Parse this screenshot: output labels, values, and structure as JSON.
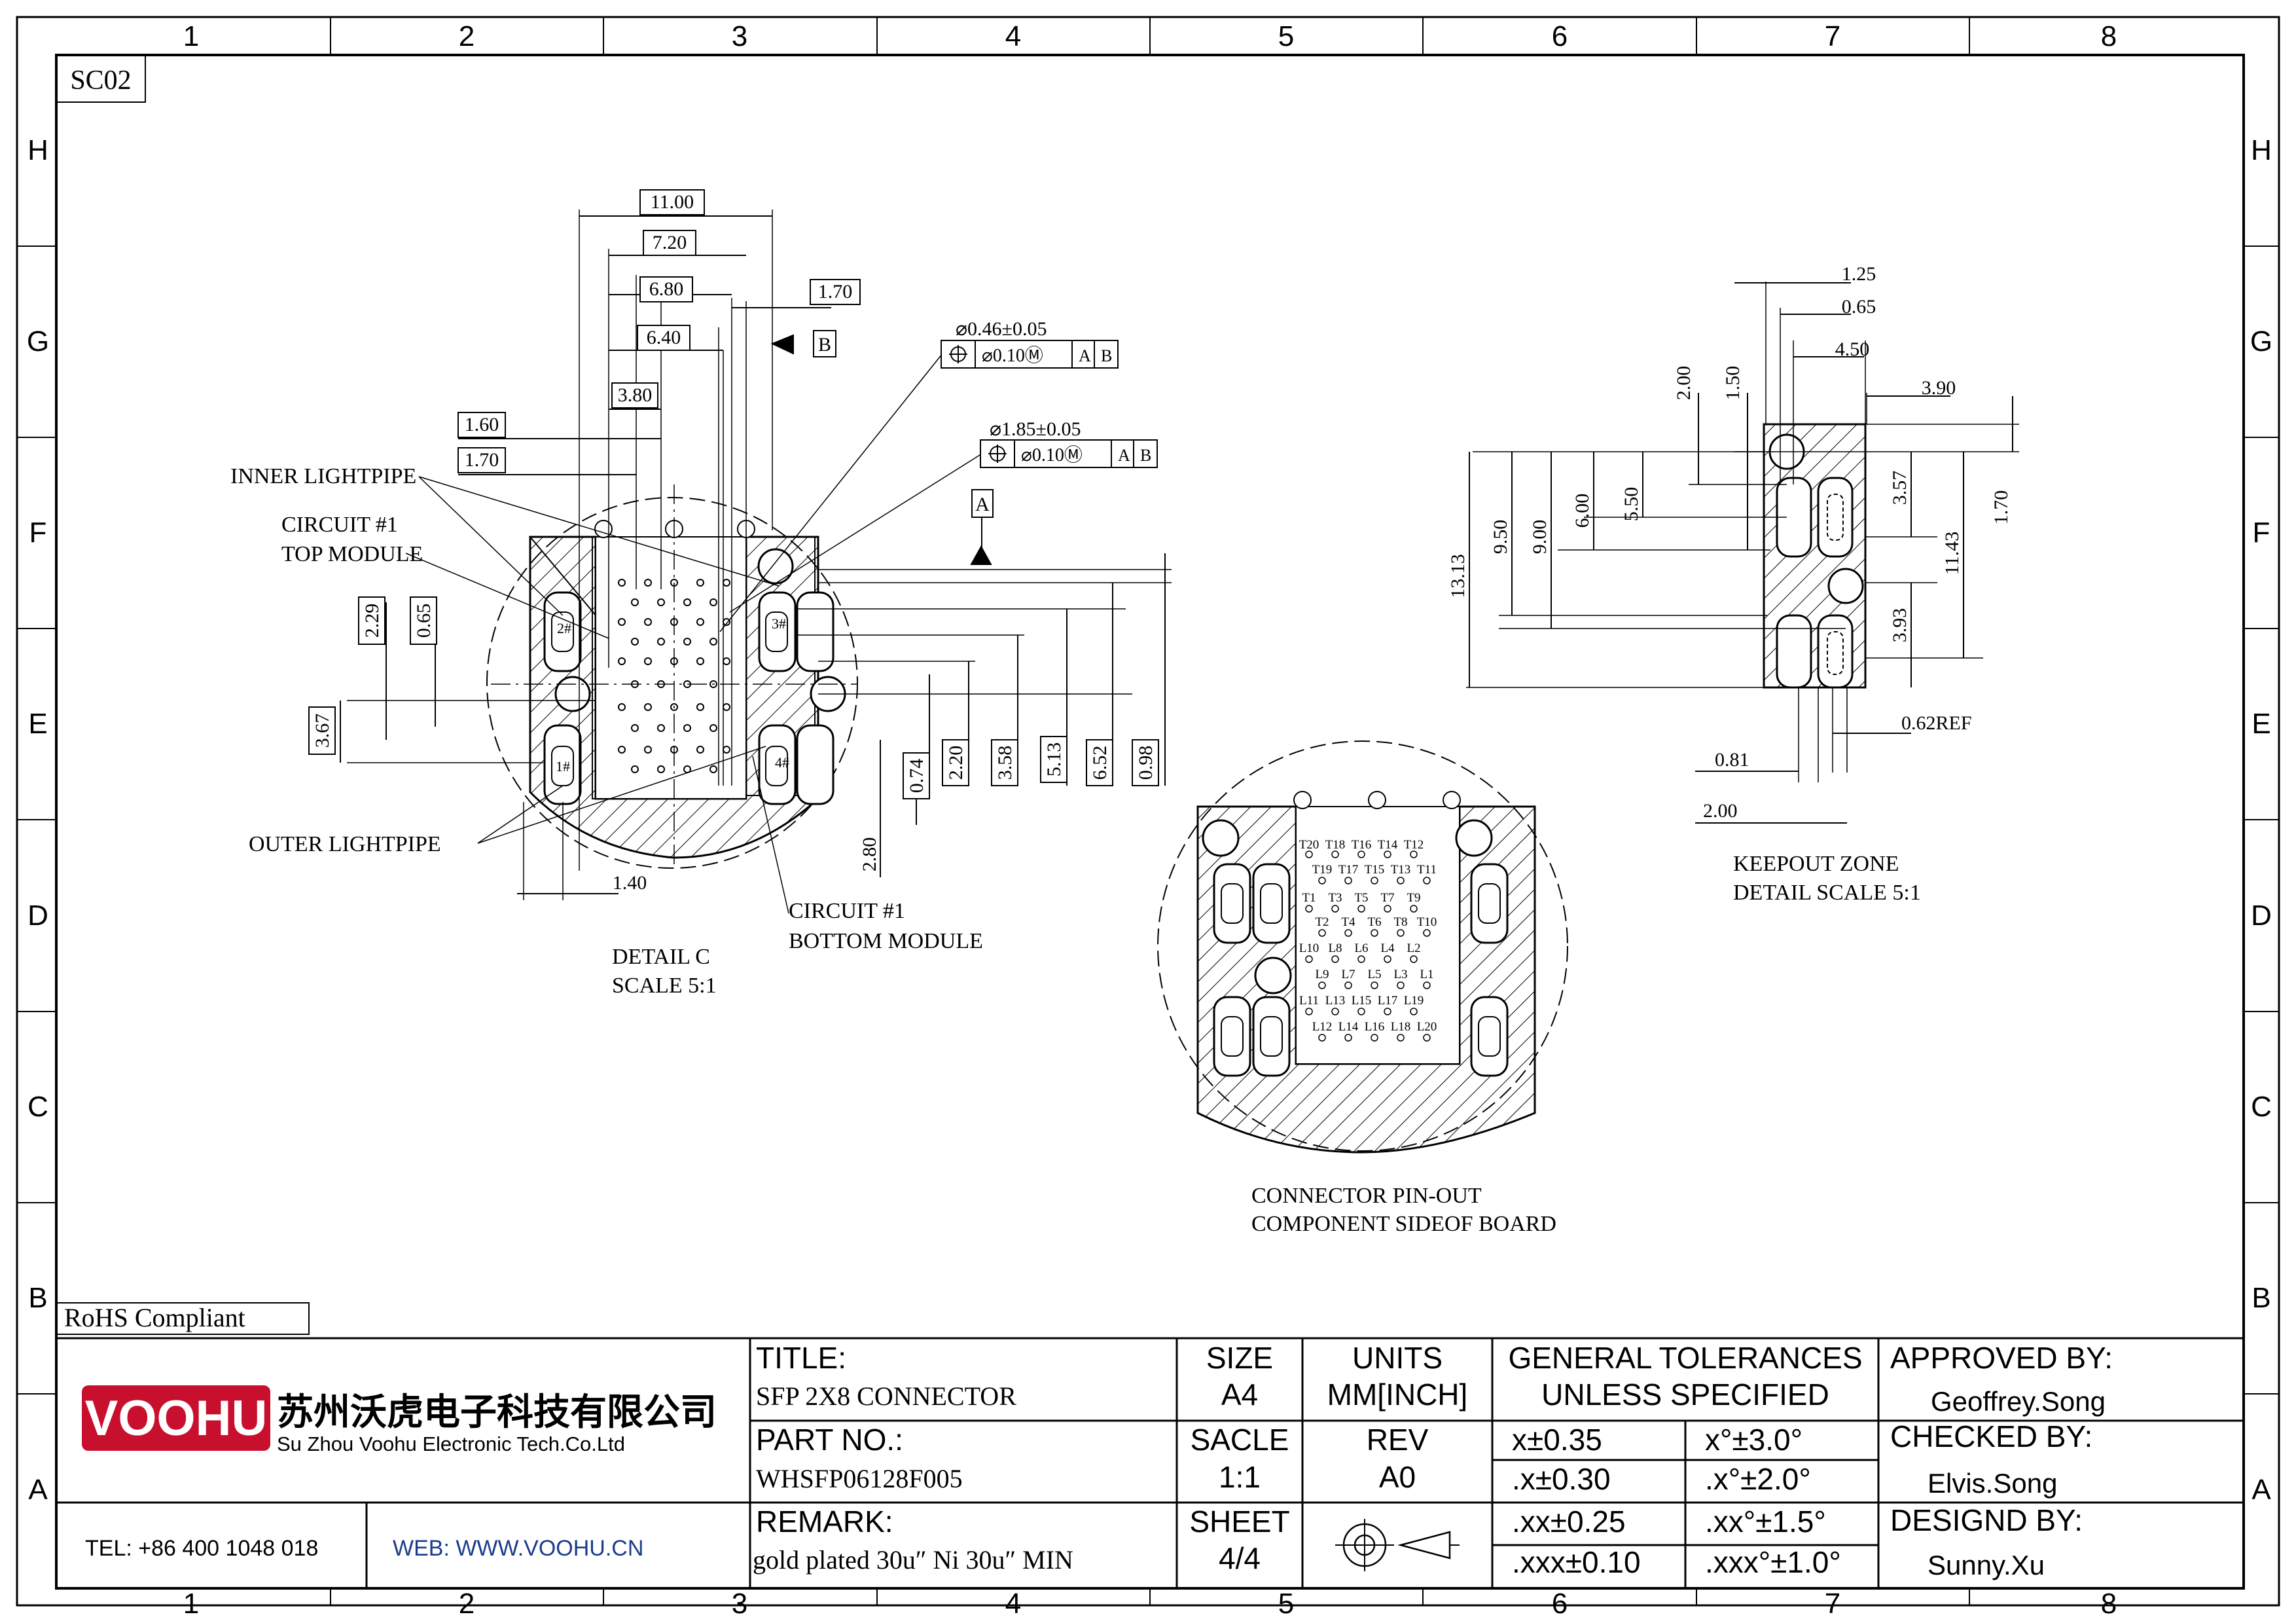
{
  "sheet": {
    "columns": [
      "1",
      "2",
      "3",
      "4",
      "5",
      "6",
      "7",
      "8"
    ],
    "rows": [
      "H",
      "G",
      "F",
      "E",
      "D",
      "C",
      "B",
      "A"
    ],
    "sheet_tag": "SC02",
    "rohs": "RoHS Compliant"
  },
  "detail_c": {
    "dims_top": [
      "11.00",
      "7.20",
      "6.80",
      "6.40",
      "3.80",
      "1.60",
      "1.70"
    ],
    "dim_right_top": "1.70",
    "datum_b": "B",
    "datum_a": "A",
    "tol1": {
      "dia": "⌀0.46±0.05",
      "frame": [
        "⌀0.10Ⓜ",
        "A",
        "B"
      ]
    },
    "tol2": {
      "dia": "⌀1.85±0.05",
      "frame": [
        "⌀0.10Ⓜ",
        "A",
        "B"
      ]
    },
    "dims_left_vert": [
      "2.29",
      "0.65",
      "3.67"
    ],
    "dims_right_vert": [
      "0.74",
      "2.20",
      "3.58",
      "5.13",
      "6.52",
      "0.98"
    ],
    "dim_bottom_left": "1.40",
    "dim_bottom_vert": "2.80",
    "pin_labels": [
      "2#",
      "3#",
      "1#",
      "4#"
    ],
    "labels": {
      "inner_lightpipe": "INNER LIGHTPIPE",
      "circuit_top_1": "CIRCUIT #1",
      "circuit_top_2": "TOP MODULE",
      "outer_lightpipe": "OUTER LIGHTPIPE",
      "circuit_bottom_1": "CIRCUIT #1",
      "circuit_bottom_2": "BOTTOM MODULE",
      "caption_1": "DETAIL C",
      "caption_2": "SCALE 5:1"
    }
  },
  "pinout": {
    "row_t_top": [
      "T20",
      "T18",
      "T16",
      "T14",
      "T12"
    ],
    "row_t_2": [
      "T19",
      "T17",
      "T15",
      "T13",
      "T11"
    ],
    "row_t_3": [
      "T1",
      "T3",
      "T5",
      "T7",
      "T9"
    ],
    "row_t_4": [
      "T2",
      "T4",
      "T6",
      "T8",
      "T10"
    ],
    "row_l_1": [
      "L10",
      "L8",
      "L6",
      "L4",
      "L2"
    ],
    "row_l_2": [
      "L9",
      "L7",
      "L5",
      "L3",
      "L1"
    ],
    "row_l_3": [
      "L11",
      "L13",
      "L15",
      "L17",
      "L19"
    ],
    "row_l_4": [
      "L12",
      "L14",
      "L16",
      "L18",
      "L20"
    ],
    "caption_1": "CONNECTOR PIN-OUT",
    "caption_2": "COMPONENT SIDEOF BOARD"
  },
  "keepout": {
    "dims_top": [
      "1.25",
      "0.65",
      "4.50",
      "3.90"
    ],
    "dims_vert_top": [
      "2.00",
      "1.50"
    ],
    "dims_left_vert": [
      "13.13",
      "9.50",
      "9.00",
      "6.00",
      "5.50"
    ],
    "dims_right_vert": [
      "3.57",
      "11.43",
      "1.70",
      "3.93"
    ],
    "dim_ref": "0.62REF",
    "dims_bottom": [
      "0.81",
      "2.00"
    ],
    "caption_1": "KEEPOUT ZONE",
    "caption_2": "DETAIL SCALE 5:1"
  },
  "title_block": {
    "company_logo": "VOOHU",
    "company_cn": "苏州沃虎电子科技有限公司",
    "company_en": "Su Zhou Voohu Electronic Tech.Co.Ltd",
    "tel": "TEL: +86 400 1048 018",
    "web": "WEB: WWW.VOOHU.CN",
    "title_label": "TITLE:",
    "title_value": "SFP 2X8 CONNECTOR",
    "part_label": "PART NO.:",
    "part_value": "WHSFP06128F005",
    "remark_label": "REMARK:",
    "remark_value": "gold plated 30u″ Ni 30u″ MIN",
    "size_label": "SIZE",
    "size_value": "A4",
    "scale_label": "SACLE",
    "scale_value": "1:1",
    "sheet_label": "SHEET",
    "sheet_value": "4/4",
    "units_label": "UNITS",
    "units_value": "MM[INCH]",
    "rev_label": "REV",
    "rev_value": "A0",
    "gt_label_1": "GENERAL TOLERANCES",
    "gt_label_2": "UNLESS SPECIFIED",
    "tolerances": [
      [
        "x±0.35",
        "x°±3.0°"
      ],
      [
        ".x±0.30",
        ".x°±2.0°"
      ],
      [
        ".xx±0.25",
        ".xx°±1.5°"
      ],
      [
        ".xxx±0.10",
        ".xxx°±1.0°"
      ]
    ],
    "approved_label": "APPROVED BY:",
    "approved_value": "Geoffrey.Song",
    "checked_label": "CHECKED BY:",
    "checked_value": "Elvis.Song",
    "design_label": "DESIGND BY:",
    "design_value": "Sunny.Xu"
  },
  "colors": {
    "line": "#000000",
    "logo_red": "#c8102e",
    "web_blue": "#1a3c8a"
  }
}
